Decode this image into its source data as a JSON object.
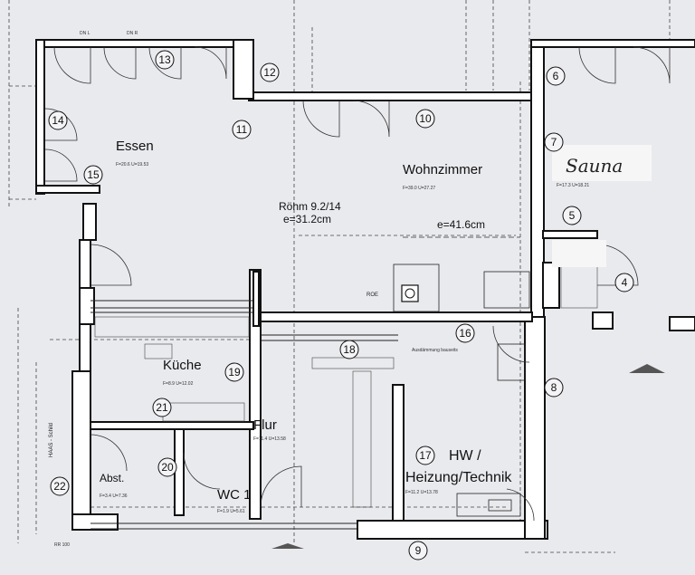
{
  "rooms": {
    "essen": {
      "name": "Essen",
      "area": "F=20.6 U=19.53"
    },
    "wohnzimmer": {
      "name": "Wohnzimmer",
      "area": "F=39.0 U=27.27"
    },
    "kueche": {
      "name": "Küche",
      "area": "F=8.9 U=12.02"
    },
    "flur": {
      "name": "Flur",
      "area": "F=11.4 U=13.58"
    },
    "wc": {
      "name": "WC 1",
      "area": "F=1.9 U=5.61"
    },
    "abst": {
      "name": "Abst.",
      "area": "F=3.4 U=7.36"
    },
    "hw_line1": "HW /",
    "hw_line2": "Heizung/Technik",
    "hw_area": "F=11.2 U=13.78",
    "sauna": {
      "name": "Sauna",
      "area": "F=17.3 U=18.21"
    }
  },
  "annotations": {
    "roehm": "Röhm 9.2/14",
    "e1": "e=31.2cm",
    "e2": "e=41.6cm",
    "roe": "ROE",
    "haas": "HAAS - Schild",
    "dn_l": "DN L",
    "dn_r": "DN R",
    "rr100": "RR 100",
    "aufbau": "Ausdämmung bauseits"
  },
  "markers": [
    "4",
    "5",
    "6",
    "7",
    "8",
    "9",
    "10",
    "11",
    "12",
    "13",
    "14",
    "15",
    "16",
    "17",
    "18",
    "19",
    "20",
    "21",
    "22"
  ]
}
